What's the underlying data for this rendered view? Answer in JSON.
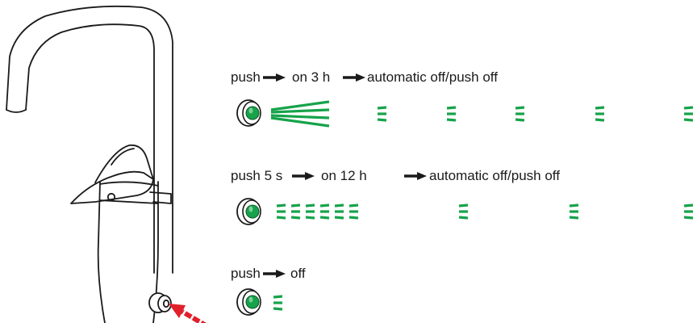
{
  "colors": {
    "accent_green": "#16a34a",
    "line": "#1a1a1a",
    "arrow_red": "#e0202a"
  },
  "faucet": {
    "icon": "kitchen-faucet-icon",
    "pointer_icon": "red-arrow-icon"
  },
  "button": {
    "icon": "push-button-icon"
  },
  "modes": [
    {
      "parts": [
        "push",
        "on 3 h",
        "automatic off/push off"
      ]
    },
    {
      "parts": [
        "push 5 s",
        "on 12 h",
        "automatic off/push off"
      ]
    },
    {
      "parts": [
        "push",
        "off"
      ]
    }
  ]
}
